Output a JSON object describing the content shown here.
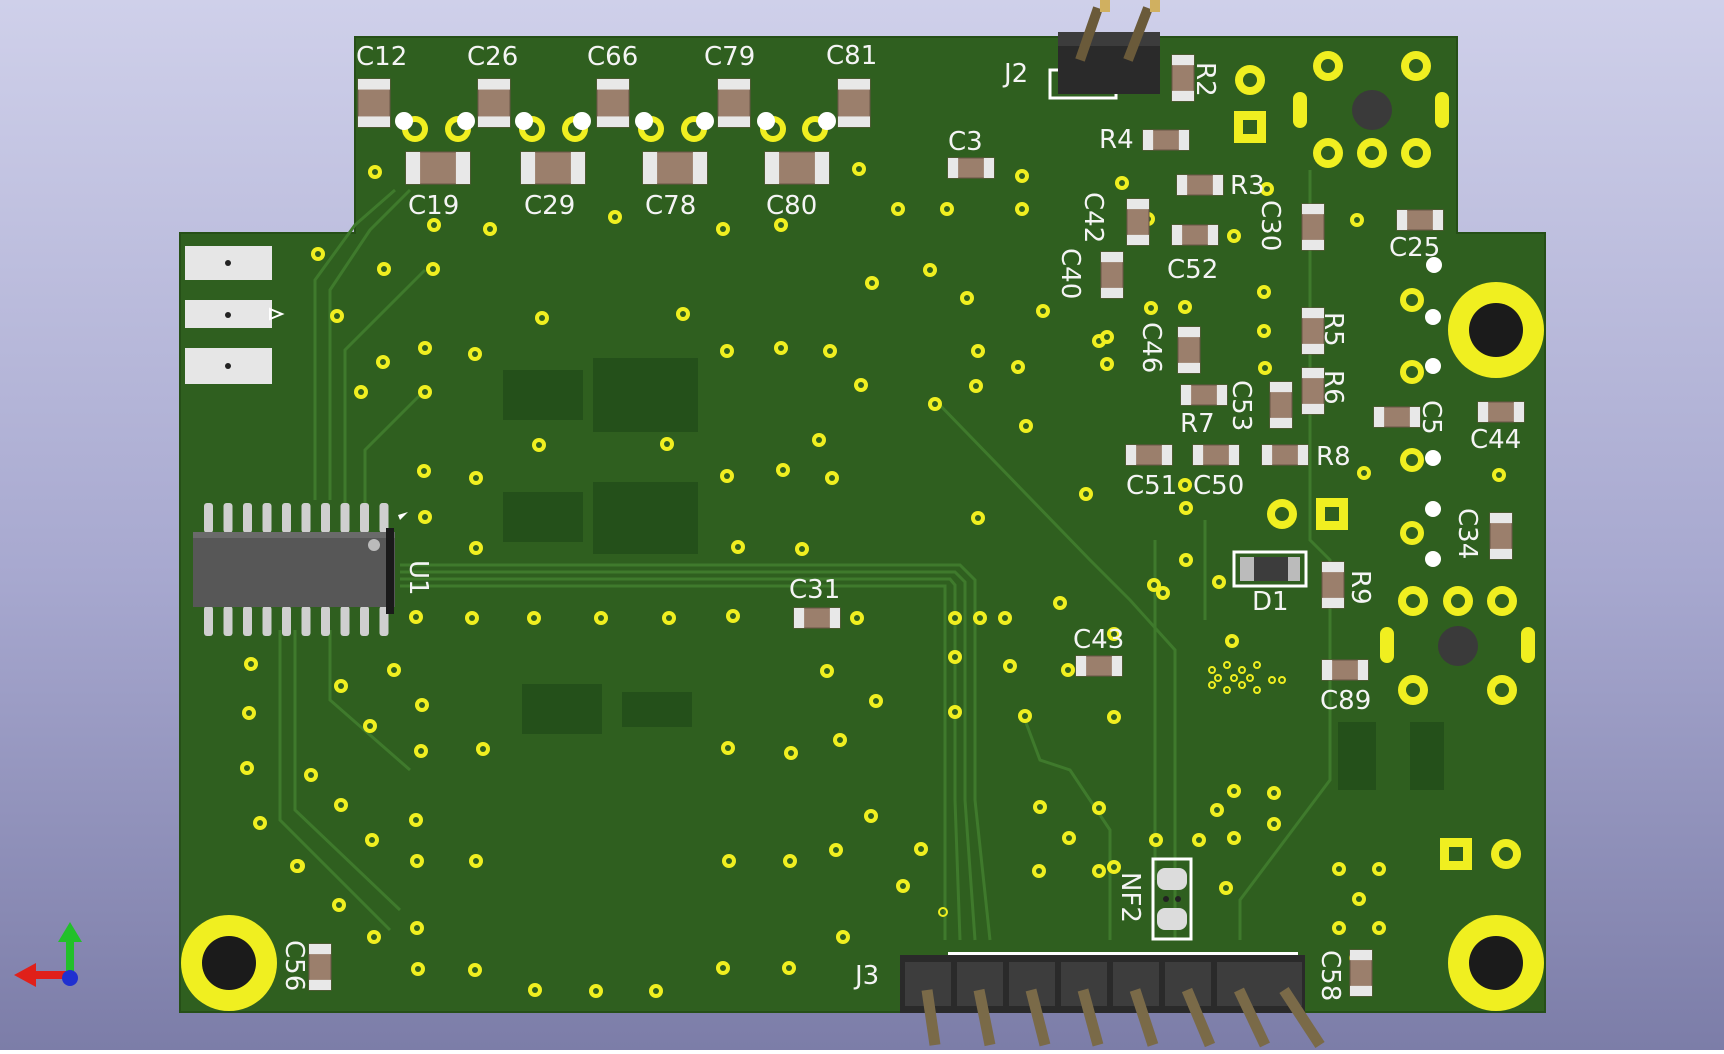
{
  "scene": {
    "title": "KiCad 3D Viewer - PCB bottom view",
    "board_color": "#2f5f1f",
    "copper_color": "#e8e84a",
    "silk_color": "#f2f2f2"
  },
  "components": {
    "capacitors": [
      "C12",
      "C26",
      "C66",
      "C79",
      "C81",
      "C19",
      "C29",
      "C78",
      "C80",
      "C3",
      "C42",
      "C40",
      "C52",
      "C30",
      "C25",
      "C46",
      "C53",
      "C5",
      "C44",
      "C51",
      "C50",
      "C34",
      "C31",
      "C43",
      "C89",
      "C56",
      "C58"
    ],
    "resistors": [
      "R2",
      "R4",
      "R3",
      "R5",
      "R6",
      "R7",
      "R8",
      "R9"
    ],
    "ics": [
      "U1"
    ],
    "diodes": [
      "D1"
    ],
    "connectors": [
      "J2",
      "J3"
    ],
    "other": [
      "NF2"
    ]
  },
  "labels": {
    "C12": "C12",
    "C26": "C26",
    "C66": "C66",
    "C79": "C79",
    "C81": "C81",
    "C19": "C19",
    "C29": "C29",
    "C78": "C78",
    "C80": "C80",
    "C3": "C3",
    "J2": "J2",
    "R2": "R2",
    "R4": "R4",
    "R3": "R3",
    "C42": "C42",
    "C40": "C40",
    "C52": "C52",
    "C30": "C30",
    "C25": "C25",
    "C46": "C46",
    "C53": "C53",
    "R5": "R5",
    "R6": "R6",
    "R7": "R7",
    "R8": "R8",
    "C5": "C5",
    "C44": "C44",
    "C51": "C51",
    "C50": "C50",
    "C34": "C34",
    "U1": "U1",
    "C31": "C31",
    "D1": "D1",
    "R9": "R9",
    "C43": "C43",
    "C89": "C89",
    "NF2": "NF2",
    "J3": "J3",
    "C56": "C56",
    "C58": "C58"
  },
  "axes_gizmo": {
    "x_color": "#e0201a",
    "y_color": "#22c02a",
    "z_color": "#2030d0"
  }
}
